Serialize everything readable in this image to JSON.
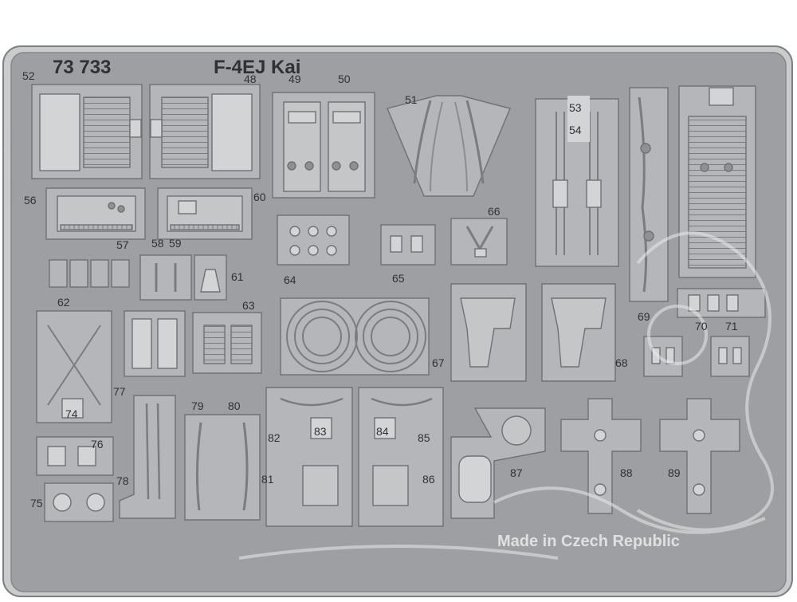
{
  "sheet": {
    "product_code": "73 733",
    "title": "F-4EJ Kai",
    "footer": "Made in Czech Republic",
    "colors": {
      "fret": "#9d9fa2",
      "frame": "#c9cbcd",
      "part": "#b4b6b9",
      "line": "#6e7073",
      "text": "#2f3133",
      "background": "#ffffff"
    }
  },
  "part_numbers": [
    "48",
    "49",
    "50",
    "51",
    "52",
    "53",
    "54",
    "56",
    "57",
    "58",
    "59",
    "60",
    "61",
    "62",
    "63",
    "64",
    "65",
    "66",
    "67",
    "68",
    "69",
    "70",
    "71",
    "74",
    "75",
    "76",
    "77",
    "78",
    "79",
    "80",
    "81",
    "82",
    "83",
    "84",
    "85",
    "86",
    "87",
    "88",
    "89",
    "89"
  ],
  "watermark": {
    "icon": "dragon-watermark-icon"
  }
}
